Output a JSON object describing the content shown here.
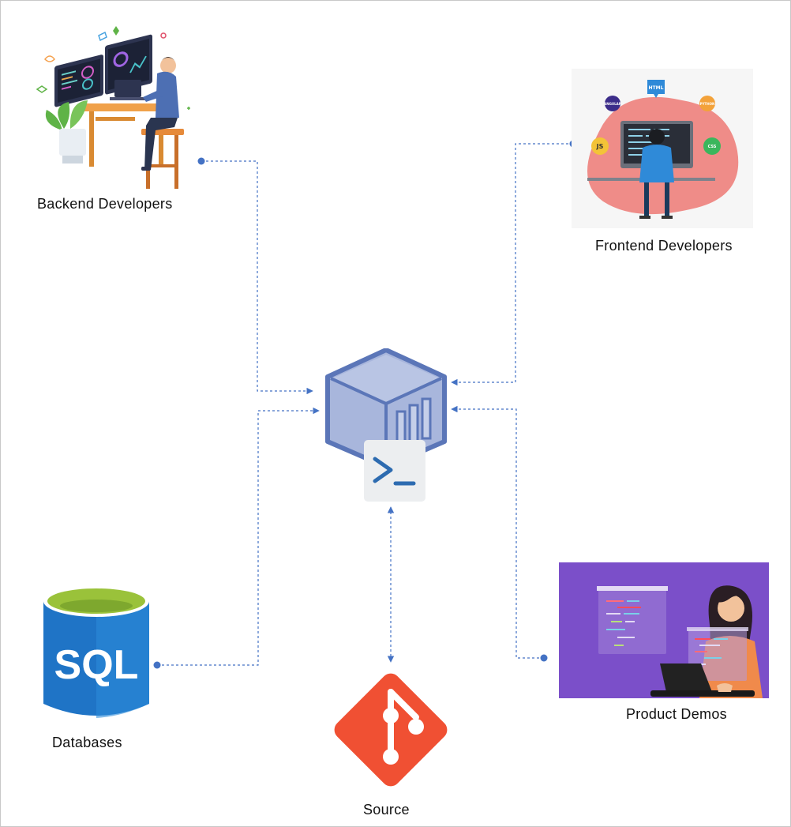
{
  "nodes": {
    "backend": {
      "label": "Backend Developers"
    },
    "frontend": {
      "label": "Frontend Developers",
      "badges": [
        "HTML",
        "JS",
        "CSS",
        "ANGULAR",
        "PYTHON"
      ]
    },
    "databases": {
      "label": "Databases",
      "logo_text": "SQL"
    },
    "demos": {
      "label": "Product Demos"
    },
    "source": {
      "label": "Source"
    },
    "container": {
      "terminal_glyph": ">_"
    }
  },
  "colors": {
    "connector": "#4472c4",
    "container_fill": "#a8b6dc",
    "container_stroke": "#5b76b8",
    "sql_blue": "#1f74c6",
    "sql_green": "#9ac23a",
    "git_orange": "#f05033",
    "demo_purple": "#7b4fc9",
    "blob_pink": "#ef8c88"
  },
  "icons": [
    "developer-illustration",
    "frontend-illustration",
    "container-icon",
    "terminal-icon",
    "sql-database-icon",
    "demo-illustration",
    "git-icon"
  ]
}
